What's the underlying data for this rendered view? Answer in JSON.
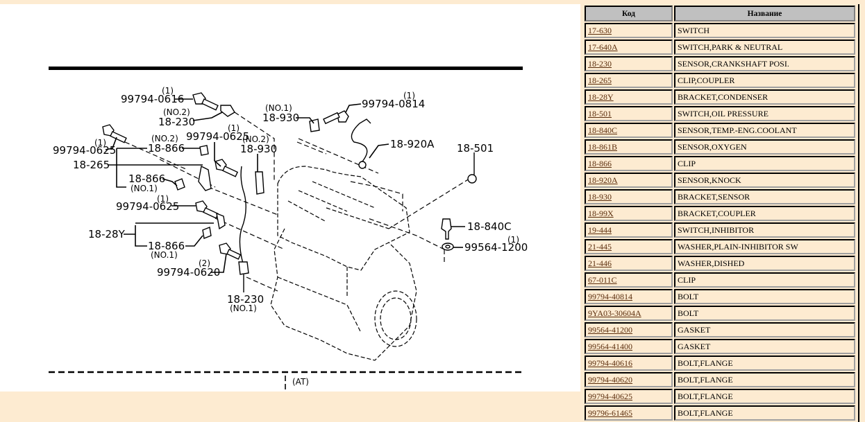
{
  "diagram": {
    "callouts": [
      {
        "id": "bolt-top",
        "qty": "(1)",
        "code": "99794-0616"
      },
      {
        "id": "crank-sensor-no2",
        "qty": "(NO.2)",
        "code": "18-230"
      },
      {
        "id": "bolt-left",
        "qty": "(1)",
        "code": "99794-0625"
      },
      {
        "id": "clip-no2",
        "qty": "(NO.2)",
        "code": "18-866"
      },
      {
        "id": "clip-coupler",
        "qty": "",
        "code": "18-265"
      },
      {
        "id": "clip-no1-upper",
        "qty": "(NO.1)",
        "code": "18-866"
      },
      {
        "id": "bolt-mid",
        "qty": "(1)",
        "code": "99794-0625"
      },
      {
        "id": "bracket-sensor-no2",
        "qty": "(NO.2)",
        "code": "18-930"
      },
      {
        "id": "bracket-sensor-no1",
        "qty": "(NO.1)",
        "code": "18-930"
      },
      {
        "id": "bolt-knock",
        "qty": "(1)",
        "code": "99794-0814"
      },
      {
        "id": "knock-sensor",
        "qty": "",
        "code": "18-920A"
      },
      {
        "id": "oil-pressure",
        "qty": "",
        "code": "18-501"
      },
      {
        "id": "bolt-lower",
        "qty": "(1)",
        "code": "99794-0625"
      },
      {
        "id": "bracket-condenser",
        "qty": "",
        "code": "18-28Y"
      },
      {
        "id": "clip-no1-lower",
        "qty": "(NO.1)",
        "code": "18-866"
      },
      {
        "id": "bolt-bottom",
        "qty": "(2)",
        "code": "99794-0620"
      },
      {
        "id": "crank-sensor-no1",
        "qty": "(NO.1)",
        "code": "18-230"
      },
      {
        "id": "coolant-sensor",
        "qty": "",
        "code": "18-840C"
      },
      {
        "id": "gasket",
        "qty": "(1)",
        "code": "99564-1200"
      }
    ],
    "section_label": "(AT)"
  },
  "table": {
    "headers": {
      "code": "Код",
      "name": "Название"
    },
    "rows": [
      {
        "code": "17-630",
        "name": "SWITCH"
      },
      {
        "code": "17-640A",
        "name": "SWITCH,PARK & NEUTRAL"
      },
      {
        "code": "18-230",
        "name": "SENSOR,CRANKSHAFT POSI."
      },
      {
        "code": "18-265",
        "name": "CLIP,COUPLER"
      },
      {
        "code": "18-28Y",
        "name": "BRACKET,CONDENSER"
      },
      {
        "code": "18-501",
        "name": "SWITCH,OIL PRESSURE"
      },
      {
        "code": "18-840C",
        "name": "SENSOR,TEMP.-ENG.COOLANT"
      },
      {
        "code": "18-861B",
        "name": "SENSOR,OXYGEN"
      },
      {
        "code": "18-866",
        "name": "CLIP"
      },
      {
        "code": "18-920A",
        "name": "SENSOR,KNOCK"
      },
      {
        "code": "18-930",
        "name": "BRACKET,SENSOR"
      },
      {
        "code": "18-99X",
        "name": "BRACKET,COUPLER"
      },
      {
        "code": "19-444",
        "name": "SWITCH,INHIBITOR"
      },
      {
        "code": "21-445",
        "name": "WASHER,PLAIN-INHIBITOR SW"
      },
      {
        "code": "21-446",
        "name": "WASHER,DISHED"
      },
      {
        "code": "67-011C",
        "name": "CLIP"
      },
      {
        "code": "99794-40814",
        "name": "BOLT"
      },
      {
        "code": "9YA03-30604A",
        "name": "BOLT"
      },
      {
        "code": "99564-41200",
        "name": "GASKET"
      },
      {
        "code": "99564-41400",
        "name": "GASKET"
      },
      {
        "code": "99794-40616",
        "name": "BOLT,FLANGE"
      },
      {
        "code": "99794-40620",
        "name": "BOLT,FLANGE"
      },
      {
        "code": "99794-40625",
        "name": "BOLT,FLANGE"
      },
      {
        "code": "99796-61465",
        "name": "BOLT,FLANGE"
      }
    ]
  },
  "colors": {
    "page_bg": "#fdebd1",
    "header_bg": "#c0c0c0",
    "link": "#5a2d0c"
  }
}
